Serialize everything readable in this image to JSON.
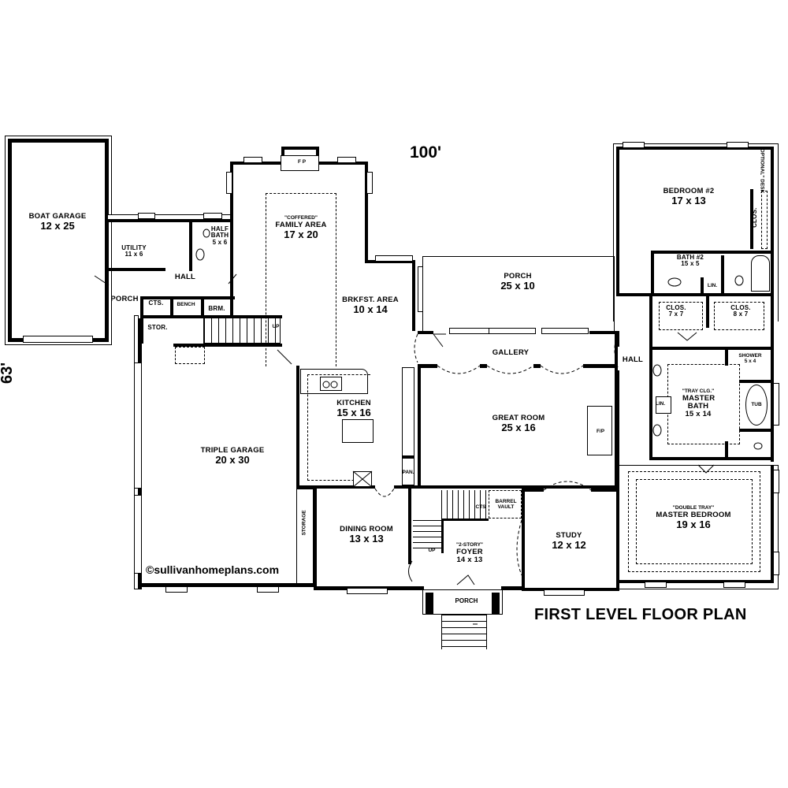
{
  "title": "FIRST LEVEL FLOOR PLAN",
  "watermark": "©sullivanhomeplans.com",
  "dimensions": {
    "width": "100'",
    "depth": "63'"
  },
  "rooms": {
    "boat_garage": {
      "name": "BOAT GARAGE",
      "size": "12 x 25"
    },
    "utility": {
      "name": "UTILITY",
      "size": "11 x 6"
    },
    "half_bath": {
      "name": "HALF BATH",
      "size": "5 x 6"
    },
    "hall_left": {
      "name": "HALL"
    },
    "porch_side": {
      "name": "PORCH"
    },
    "cts_left": {
      "name": "CTS."
    },
    "bench": {
      "name": "BENCH"
    },
    "brm": {
      "name": "BRM."
    },
    "stor": {
      "name": "STOR."
    },
    "family_area": {
      "note": "\"COFFERED\"",
      "name": "FAMILY AREA",
      "size": "17 x 20",
      "fireplace": "F P"
    },
    "brkfst_area": {
      "name": "BRKFST. AREA",
      "size": "10 x 14"
    },
    "porch_rear": {
      "name": "PORCH",
      "size": "25 x 10"
    },
    "gallery": {
      "name": "GALLERY"
    },
    "hall_right": {
      "name": "HALL"
    },
    "great_room": {
      "name": "GREAT ROOM",
      "size": "25 x 16",
      "fireplace": "F/P"
    },
    "kitchen": {
      "name": "KITCHEN",
      "size": "15 x 16"
    },
    "pantry": {
      "name": "PAN."
    },
    "triple_garage": {
      "name": "TRIPLE GARAGE",
      "size": "20 x 30"
    },
    "storage": {
      "name": "STORAGE"
    },
    "dining_room": {
      "name": "DINING ROOM",
      "size": "13 x 13"
    },
    "foyer": {
      "note": "\"2-STORY\"",
      "name": "FOYER",
      "size": "14 x 13"
    },
    "cts_center": {
      "name": "CTS"
    },
    "barrel_vault": {
      "name": "BARREL VAULT"
    },
    "stairs_up": {
      "name": "UP"
    },
    "stairs_up_garage": {
      "name": "UP"
    },
    "porch_front": {
      "name": "PORCH"
    },
    "study": {
      "name": "STUDY",
      "size": "12 x 12"
    },
    "bedroom2": {
      "name": "BEDROOM #2",
      "size": "17 x 13"
    },
    "optional_desk": {
      "name": "\"OPTIONAL\" DESK"
    },
    "clos_bed2": {
      "name": "CLOS."
    },
    "bath2": {
      "name": "BATH #2",
      "size": "15 x 5"
    },
    "lin_bath2": {
      "name": "LIN."
    },
    "clos_a": {
      "name": "CLOS.",
      "size": "7 x 7"
    },
    "clos_b": {
      "name": "CLOS.",
      "size": "8 x 7"
    },
    "shower": {
      "name": "SHOWER",
      "size": "5 x 4"
    },
    "master_bath": {
      "note": "\"TRAY CLG.\"",
      "name": "MASTER BATH",
      "size": "15 x 14"
    },
    "lin_master": {
      "name": "LIN."
    },
    "tub": {
      "name": "TUB"
    },
    "master_bedroom": {
      "note": "\"DOUBLE TRAY\"",
      "name": "MASTER BEDROOM",
      "size": "19 x 16"
    }
  }
}
